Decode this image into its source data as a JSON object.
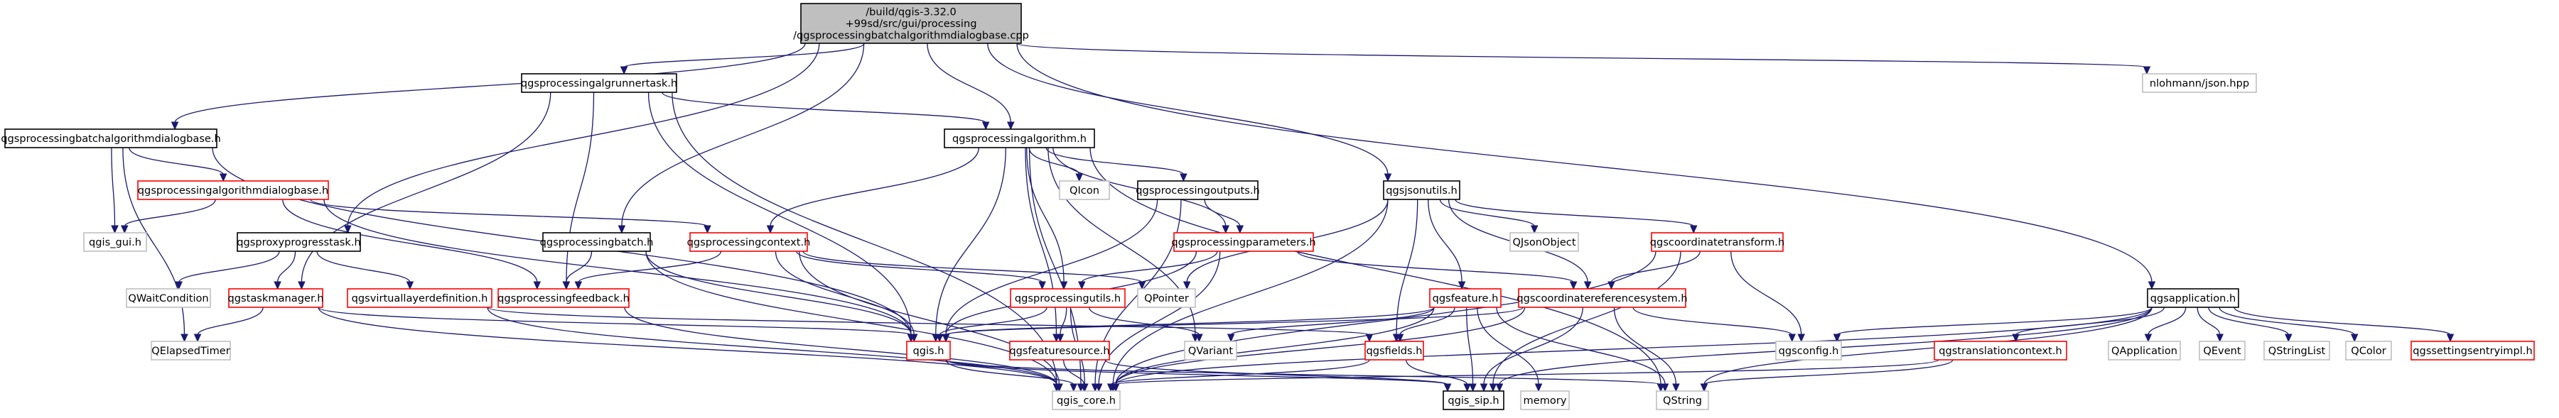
{
  "colors": {
    "edge": "#191970",
    "root_fill": "#bfbfbf",
    "root_border": "#000000",
    "documented_border": "#000000",
    "unresolved_border": "#ff0000",
    "external_border": "#bfbfbf",
    "text": "#000000"
  },
  "nodes": [
    {
      "id": "root",
      "lines": [
        "/build/qgis-3.32.0",
        "+99sd/src/gui/processing",
        "/qgsprocessingbatchalgorithmdialogbase.cpp"
      ],
      "kind": "root"
    },
    {
      "id": "batchbase_h",
      "lines": [
        "qgsprocessingbatchalgorithmdialogbase.h"
      ],
      "kind": "documented"
    },
    {
      "id": "runner_h",
      "lines": [
        "qgsprocessingalgrunnertask.h"
      ],
      "kind": "documented"
    },
    {
      "id": "alg_h",
      "lines": [
        "qgsprocessingalgorithm.h"
      ],
      "kind": "documented"
    },
    {
      "id": "nlohmann",
      "lines": [
        "nlohmann/json.hpp"
      ],
      "kind": "external"
    },
    {
      "id": "algdialog_h",
      "lines": [
        "qgsprocessingalgorithmdialogbase.h"
      ],
      "kind": "unresolved"
    },
    {
      "id": "gui_h",
      "lines": [
        "qgis_gui.h"
      ],
      "kind": "external"
    },
    {
      "id": "proxytask_h",
      "lines": [
        "qgsproxyprogresstask.h"
      ],
      "kind": "documented"
    },
    {
      "id": "batch_h",
      "lines": [
        "qgsprocessingbatch.h"
      ],
      "kind": "documented"
    },
    {
      "id": "qicon",
      "lines": [
        "QIcon"
      ],
      "kind": "external"
    },
    {
      "id": "outputs_h",
      "lines": [
        "qgsprocessingoutputs.h"
      ],
      "kind": "documented"
    },
    {
      "id": "jsonutils_h",
      "lines": [
        "qgsjsonutils.h"
      ],
      "kind": "documented"
    },
    {
      "id": "context_h",
      "lines": [
        "qgsprocessingcontext.h"
      ],
      "kind": "unresolved"
    },
    {
      "id": "params_h",
      "lines": [
        "qgsprocessingparameters.h"
      ],
      "kind": "unresolved"
    },
    {
      "id": "qjsonobject",
      "lines": [
        "QJsonObject"
      ],
      "kind": "external"
    },
    {
      "id": "coordtrans_h",
      "lines": [
        "qgscoordinatetransform.h"
      ],
      "kind": "unresolved"
    },
    {
      "id": "application_h",
      "lines": [
        "qgsapplication.h"
      ],
      "kind": "documented"
    },
    {
      "id": "qwaitcondition",
      "lines": [
        "QWaitCondition"
      ],
      "kind": "external"
    },
    {
      "id": "taskmanager_h",
      "lines": [
        "qgstaskmanager.h"
      ],
      "kind": "unresolved"
    },
    {
      "id": "vlayerdef_h",
      "lines": [
        "qgsvirtuallayerdefinition.h"
      ],
      "kind": "unresolved"
    },
    {
      "id": "feedback_h",
      "lines": [
        "qgsprocessingfeedback.h"
      ],
      "kind": "unresolved"
    },
    {
      "id": "utils_h",
      "lines": [
        "qgsprocessingutils.h"
      ],
      "kind": "unresolved"
    },
    {
      "id": "qpointer",
      "lines": [
        "QPointer"
      ],
      "kind": "external"
    },
    {
      "id": "feature_h",
      "lines": [
        "qgsfeature.h"
      ],
      "kind": "unresolved"
    },
    {
      "id": "crs_h",
      "lines": [
        "qgscoordinatereferencesystem.h"
      ],
      "kind": "unresolved"
    },
    {
      "id": "qelapsedtimer",
      "lines": [
        "QElapsedTimer"
      ],
      "kind": "external"
    },
    {
      "id": "qgis_h",
      "lines": [
        "qgis.h"
      ],
      "kind": "unresolved"
    },
    {
      "id": "featuresource_h",
      "lines": [
        "qgsfeaturesource.h"
      ],
      "kind": "unresolved"
    },
    {
      "id": "qvariant",
      "lines": [
        "QVariant"
      ],
      "kind": "external"
    },
    {
      "id": "fields_h",
      "lines": [
        "qgsfields.h"
      ],
      "kind": "unresolved"
    },
    {
      "id": "qgsconfig_h",
      "lines": [
        "qgsconfig.h"
      ],
      "kind": "external"
    },
    {
      "id": "translation_h",
      "lines": [
        "qgstranslationcontext.h"
      ],
      "kind": "unresolved"
    },
    {
      "id": "qapplication",
      "lines": [
        "QApplication"
      ],
      "kind": "external"
    },
    {
      "id": "qevent",
      "lines": [
        "QEvent"
      ],
      "kind": "external"
    },
    {
      "id": "qstringlist",
      "lines": [
        "QStringList"
      ],
      "kind": "external"
    },
    {
      "id": "qcolor",
      "lines": [
        "QColor"
      ],
      "kind": "external"
    },
    {
      "id": "settingsentry_h",
      "lines": [
        "qgssettingsentryimpl.h"
      ],
      "kind": "unresolved"
    },
    {
      "id": "core_h",
      "lines": [
        "qgis_core.h"
      ],
      "kind": "external"
    },
    {
      "id": "sip_h",
      "lines": [
        "qgis_sip.h"
      ],
      "kind": "documented"
    },
    {
      "id": "memory",
      "lines": [
        "memory"
      ],
      "kind": "external"
    },
    {
      "id": "qstring",
      "lines": [
        "QString"
      ],
      "kind": "external"
    }
  ],
  "edges": [
    [
      "root",
      "batchbase_h"
    ],
    [
      "root",
      "runner_h"
    ],
    [
      "root",
      "alg_h"
    ],
    [
      "root",
      "nlohmann"
    ],
    [
      "root",
      "batch_h"
    ],
    [
      "root",
      "proxytask_h"
    ],
    [
      "root",
      "jsonutils_h"
    ],
    [
      "root",
      "application_h"
    ],
    [
      "batchbase_h",
      "algdialog_h"
    ],
    [
      "batchbase_h",
      "gui_h"
    ],
    [
      "batchbase_h",
      "qelapsedtimer"
    ],
    [
      "batchbase_h",
      "qgis_h"
    ],
    [
      "runner_h",
      "alg_h"
    ],
    [
      "runner_h",
      "taskmanager_h"
    ],
    [
      "runner_h",
      "feedback_h"
    ],
    [
      "runner_h",
      "qgis_h"
    ],
    [
      "runner_h",
      "core_h"
    ],
    [
      "alg_h",
      "context_h"
    ],
    [
      "alg_h",
      "outputs_h"
    ],
    [
      "alg_h",
      "params_h"
    ],
    [
      "alg_h",
      "qicon"
    ],
    [
      "alg_h",
      "utils_h"
    ],
    [
      "alg_h",
      "featuresource_h"
    ],
    [
      "alg_h",
      "qgis_h"
    ],
    [
      "alg_h",
      "core_h"
    ],
    [
      "alg_h",
      "qvariant"
    ],
    [
      "alg_h",
      "qstring"
    ],
    [
      "algdialog_h",
      "gui_h"
    ],
    [
      "algdialog_h",
      "context_h"
    ],
    [
      "algdialog_h",
      "feedback_h"
    ],
    [
      "algdialog_h",
      "qgis_h"
    ],
    [
      "proxytask_h",
      "qwaitcondition"
    ],
    [
      "proxytask_h",
      "taskmanager_h"
    ],
    [
      "proxytask_h",
      "vlayerdef_h"
    ],
    [
      "batch_h",
      "feedback_h"
    ],
    [
      "batch_h",
      "qgis_h"
    ],
    [
      "batch_h",
      "core_h"
    ],
    [
      "outputs_h",
      "params_h"
    ],
    [
      "outputs_h",
      "qgis_h"
    ],
    [
      "outputs_h",
      "core_h"
    ],
    [
      "jsonutils_h",
      "qjsonobject"
    ],
    [
      "jsonutils_h",
      "coordtrans_h"
    ],
    [
      "jsonutils_h",
      "feature_h"
    ],
    [
      "jsonutils_h",
      "crs_h"
    ],
    [
      "jsonutils_h",
      "fields_h"
    ],
    [
      "jsonutils_h",
      "qpointer"
    ],
    [
      "jsonutils_h",
      "core_h"
    ],
    [
      "context_h",
      "feedback_h"
    ],
    [
      "context_h",
      "utils_h"
    ],
    [
      "context_h",
      "qpointer"
    ],
    [
      "context_h",
      "qgis_h"
    ],
    [
      "context_h",
      "core_h"
    ],
    [
      "params_h",
      "utils_h"
    ],
    [
      "params_h",
      "crs_h"
    ],
    [
      "params_h",
      "qgis_h"
    ],
    [
      "params_h",
      "core_h"
    ],
    [
      "coordtrans_h",
      "crs_h"
    ],
    [
      "coordtrans_h",
      "qgsconfig_h"
    ],
    [
      "coordtrans_h",
      "core_h"
    ],
    [
      "coordtrans_h",
      "sip_h"
    ],
    [
      "application_h",
      "qgsconfig_h"
    ],
    [
      "application_h",
      "translation_h"
    ],
    [
      "application_h",
      "qapplication"
    ],
    [
      "application_h",
      "qevent"
    ],
    [
      "application_h",
      "qstringlist"
    ],
    [
      "application_h",
      "qcolor"
    ],
    [
      "application_h",
      "settingsentry_h"
    ],
    [
      "application_h",
      "core_h"
    ],
    [
      "application_h",
      "sip_h"
    ],
    [
      "application_h",
      "qstring"
    ],
    [
      "taskmanager_h",
      "qelapsedtimer"
    ],
    [
      "taskmanager_h",
      "qgis_h"
    ],
    [
      "taskmanager_h",
      "core_h"
    ],
    [
      "vlayerdef_h",
      "fields_h"
    ],
    [
      "vlayerdef_h",
      "core_h"
    ],
    [
      "feedback_h",
      "core_h"
    ],
    [
      "utils_h",
      "featuresource_h"
    ],
    [
      "utils_h",
      "qvariant"
    ],
    [
      "utils_h",
      "core_h"
    ],
    [
      "utils_h",
      "qgis_h"
    ],
    [
      "feature_h",
      "fields_h"
    ],
    [
      "feature_h",
      "qvariant"
    ],
    [
      "feature_h",
      "qgis_h"
    ],
    [
      "feature_h",
      "core_h"
    ],
    [
      "feature_h",
      "sip_h"
    ],
    [
      "feature_h",
      "memory"
    ],
    [
      "feature_h",
      "qstring"
    ],
    [
      "crs_h",
      "qgsconfig_h"
    ],
    [
      "crs_h",
      "qgis_h"
    ],
    [
      "crs_h",
      "core_h"
    ],
    [
      "crs_h",
      "sip_h"
    ],
    [
      "crs_h",
      "qstring"
    ],
    [
      "qgis_h",
      "core_h"
    ],
    [
      "qgis_h",
      "sip_h"
    ],
    [
      "qgis_h",
      "qstring"
    ],
    [
      "featuresource_h",
      "core_h"
    ],
    [
      "featuresource_h",
      "sip_h"
    ],
    [
      "fields_h",
      "core_h"
    ],
    [
      "fields_h",
      "sip_h"
    ],
    [
      "translation_h",
      "core_h"
    ],
    [
      "translation_h",
      "qstring"
    ]
  ]
}
